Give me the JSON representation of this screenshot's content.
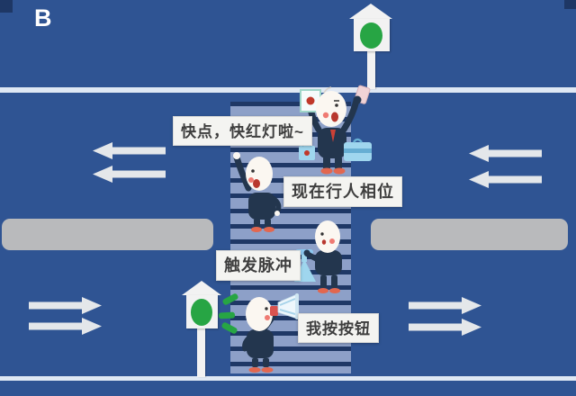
{
  "figure_label": "B",
  "speech_bubbles": {
    "hurry": "快点，快红灯啦~",
    "phase": "现在行人相位",
    "pulse": "触发脉冲",
    "button": "我按按钮"
  },
  "traffic_lights": {
    "top": {
      "state": "green"
    },
    "bottom": {
      "state": "green"
    }
  },
  "lane_arrows": {
    "upper_direction": "left",
    "lower_direction": "right",
    "count_per_side": 2
  },
  "colors": {
    "road": "#2f5493",
    "road_line": "#dfe8f4",
    "corner_dark": "#1e3765",
    "crosswalk_base": "#1f3866",
    "crosswalk_stripe": "#8da0c8",
    "arrow": "#e4e7ea",
    "median": "#b9babc",
    "signal_green": "#27a544",
    "signal_housing": "#f2f2f2",
    "character_suit": "#23364e",
    "character_skin": "#fbf7f1",
    "accent_red": "#e2674f",
    "prop_blue": "#9fd6ee"
  }
}
